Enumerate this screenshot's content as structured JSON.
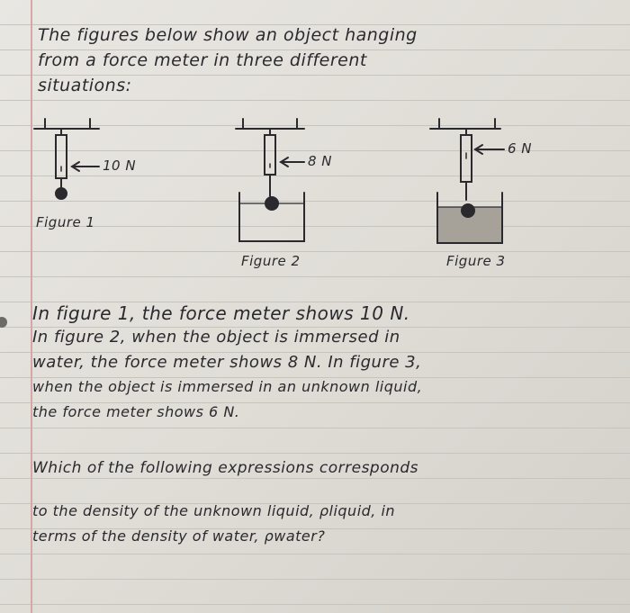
{
  "intro": {
    "line1": "The figures below show an object hanging",
    "line2": "from a force meter in three different",
    "line3": "situations:"
  },
  "figures": [
    {
      "reading": "10 N",
      "caption": "Figure 1"
    },
    {
      "reading": "8 N",
      "caption": "Figure 2"
    },
    {
      "reading": "6 N",
      "caption": "Figure 3"
    }
  ],
  "paragraph": {
    "line1": "In figure 1, the force meter shows 10 N.",
    "line2": "In figure 2, when the object is immersed in",
    "line3": "water, the force meter shows 8 N. In figure 3,",
    "line4": "when the object is immersed in an unknown liquid,",
    "line5": "the force meter shows 6 N."
  },
  "question": {
    "line1": "Which of the following expressions corresponds",
    "line2": "to the density of the unknown liquid, ρliquid, in",
    "line3": "terms of the density of water, ρwater?"
  },
  "colors": {
    "ink": "#2a2a2e",
    "paper": "#e4e1dc",
    "rule": "#b9c6d6",
    "margin": "#d7a6a6",
    "liquid": "#a6a29a"
  }
}
